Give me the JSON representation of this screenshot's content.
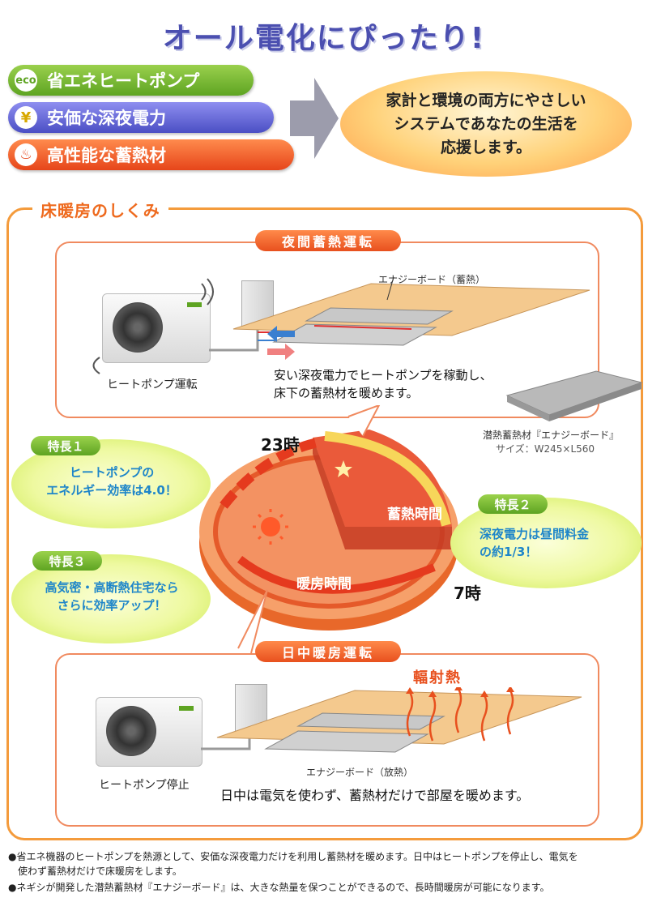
{
  "title": "オール電化にぴったり!",
  "pills": [
    {
      "icon": "eco",
      "label": "省エネヒートポンプ"
    },
    {
      "icon": "¥",
      "label": "安価な深夜電力"
    },
    {
      "icon": "♨",
      "label": "高性能な蓄熱材"
    }
  ],
  "bubble": {
    "line1": "家計と環境の両方にやさしい",
    "line2": "システムであなたの生活を",
    "line3": "応援します。"
  },
  "section_title": "床暖房のしくみ",
  "night": {
    "tag": "夜間蓄熱運転",
    "board_label": "エナジーボード（蓄熱）",
    "hp_label": "ヒートポンプ運転",
    "desc1": "安い深夜電力でヒートポンプを稼動し、",
    "desc2": "床下の蓄熱材を暖めます。"
  },
  "material": {
    "name": "潜熱蓄熱材『エナジーボード』",
    "size": "サイズ：W245×L560"
  },
  "pie": {
    "t23": "23時",
    "t7": "7時",
    "storage": "蓄熱時間",
    "heating": "暖房時間"
  },
  "features": [
    {
      "tag": "特長１",
      "line1": "ヒートポンプの",
      "line2": "エネルギー効率は4.0！"
    },
    {
      "tag": "特長２",
      "line1": "深夜電力は昼間料金",
      "line2": "の約1/3！"
    },
    {
      "tag": "特長３",
      "line1": "高気密・高断熱住宅なら",
      "line2": "さらに効率アップ！"
    }
  ],
  "day": {
    "tag": "日中暖房運転",
    "radiant": "輻射熱",
    "board_label": "エナジーボード（放熱）",
    "hp_label": "ヒートポンプ停止",
    "desc": "日中は電気を使わず、蓄熱材だけで部屋を暖めます。"
  },
  "footnotes": [
    "●省エネ機器のヒートポンプを熱源として、安価な深夜電力だけを利用し蓄熱材を暖めます。日中はヒートポンプを停止し、電気を",
    "　使わず蓄熱材だけで床暖房をします。",
    "●ネギシが開発した潜熱蓄熱材『エナジーボード』は、大きな熱量を保つことができるので、長時間暖房が可能になります。"
  ],
  "colors": {
    "accent_orange": "#ee6a1e",
    "eco_green": "#5ea422",
    "blue": "#4b4fc4",
    "feature_text": "#1f86c9"
  }
}
